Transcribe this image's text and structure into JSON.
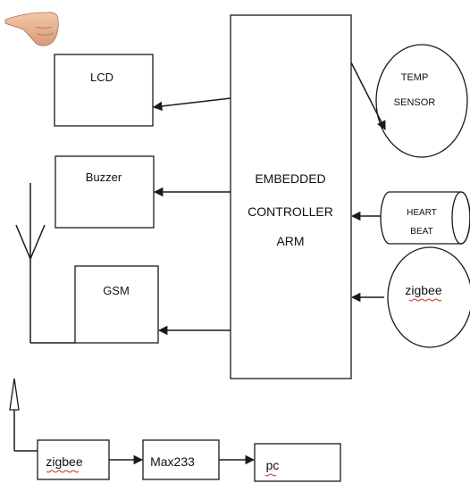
{
  "blocks": {
    "lcd": "LCD",
    "buzzer": "Buzzer",
    "gsm": "GSM",
    "controller": [
      "EMBEDDED",
      "CONTROLLER",
      "ARM"
    ],
    "temp_sensor": [
      "TEMP",
      "SENSOR"
    ],
    "heart_beat": [
      "HEART",
      "BEAT"
    ],
    "zigbee_right": "zigbee",
    "zigbee_bottom": "zigbee",
    "max233": "Max233",
    "pc": "pc"
  },
  "icons": {
    "pointer": "pointing-hand-icon",
    "antenna_gsm": "antenna-icon",
    "antenna_zigbee": "antenna-icon"
  },
  "colors": {
    "stroke": "#1a1a1a",
    "spellcheck_underline": "#d03020",
    "background": "#ffffff"
  }
}
